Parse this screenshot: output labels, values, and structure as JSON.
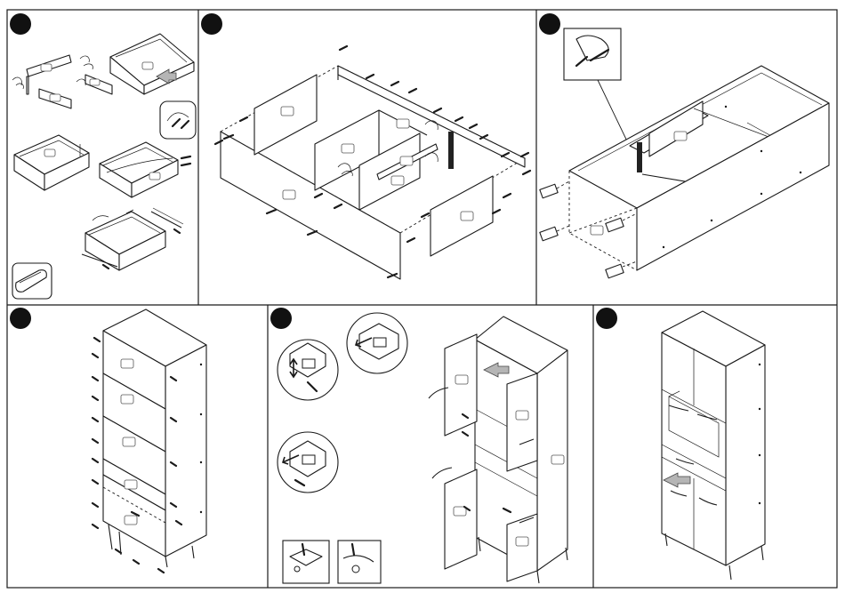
{
  "document": {
    "kind": "assembly-instructions",
    "steps": [
      {
        "id": 1,
        "label": ""
      },
      {
        "id": 2,
        "label": ""
      },
      {
        "id": 3,
        "label": ""
      },
      {
        "id": 4,
        "label": ""
      },
      {
        "id": 5,
        "label": ""
      },
      {
        "id": 6,
        "label": ""
      }
    ],
    "colors": {
      "line": "#1a1a1a",
      "marker": "#111111",
      "arrow_fill": "#b5b5b5",
      "background": "#ffffff"
    }
  }
}
